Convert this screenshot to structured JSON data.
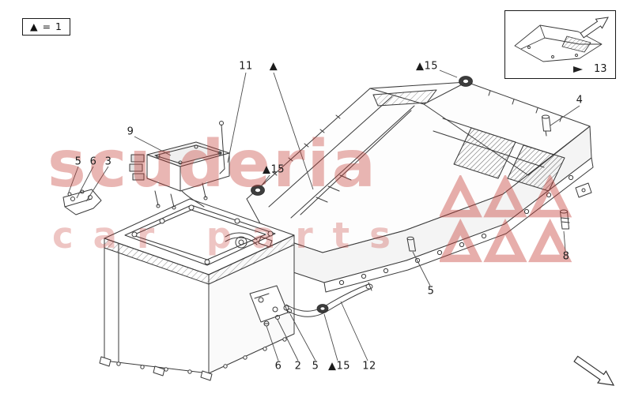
{
  "legend": {
    "text": "▲ = 1"
  },
  "watermark": {
    "line1": "scuderia",
    "line2": "car parts",
    "color": "#c63e38"
  },
  "inset": {
    "callout_13": "13"
  },
  "callouts": {
    "c9": "9",
    "c5_left": "5",
    "c6_left": "6",
    "c3": "3",
    "c11": "11",
    "c_triangle": "▲",
    "c15_top": "▲15",
    "c4": "4",
    "c15_mid": "▲15",
    "c8": "8",
    "c5_right": "5",
    "c6_bottom": "6",
    "c2": "2",
    "c5_bottom": "5",
    "c15_bottom": "▲15",
    "c12": "12"
  }
}
